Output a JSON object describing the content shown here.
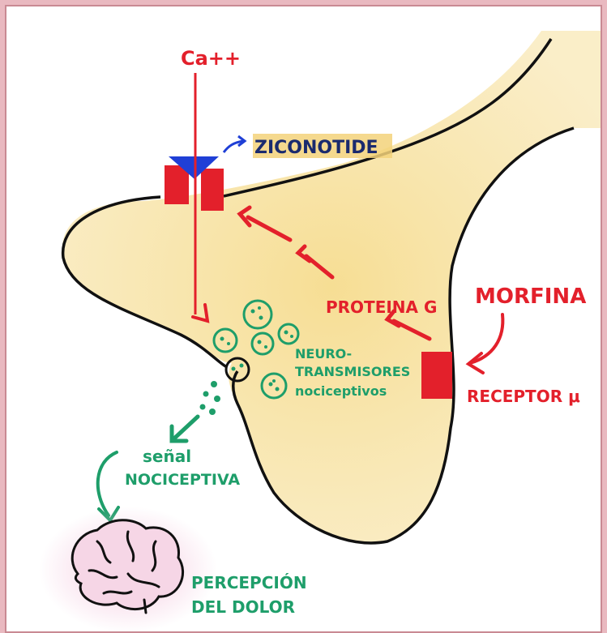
{
  "colors": {
    "frame_border": "#c98a93",
    "background": "#e9b9c0",
    "neuron_fill": "#f6dc8e",
    "outline": "#111111",
    "red": "#e3202b",
    "blue": "#1f3fd6",
    "green": "#1e9e6a",
    "highlight": "#f3d27a",
    "brain_glow": "#f3c4dc"
  },
  "labels": {
    "calcium": "Ca++",
    "ziconotide": "ZICONOTIDE",
    "morfina": "MORFINA",
    "proteina_g": "PROTEINA G",
    "receptor": "RECEPTOR μ",
    "neuro_line1": "NEURO-",
    "neuro_line2": "TRANSMISORES",
    "neuro_line3": "nociceptivos",
    "senal_line1": "señal",
    "senal_line2": "NOCICEPTIVA",
    "percepcion_line1": "PERCEPCIÓN",
    "percepcion_line2": "DEL DOLOR"
  },
  "icons": {
    "channel": "calcium-channel-icon",
    "blocker": "ziconotide-blocker-icon",
    "receptor": "mu-receptor-icon",
    "vesicle": "vesicle-icon",
    "brain": "brain-icon"
  }
}
